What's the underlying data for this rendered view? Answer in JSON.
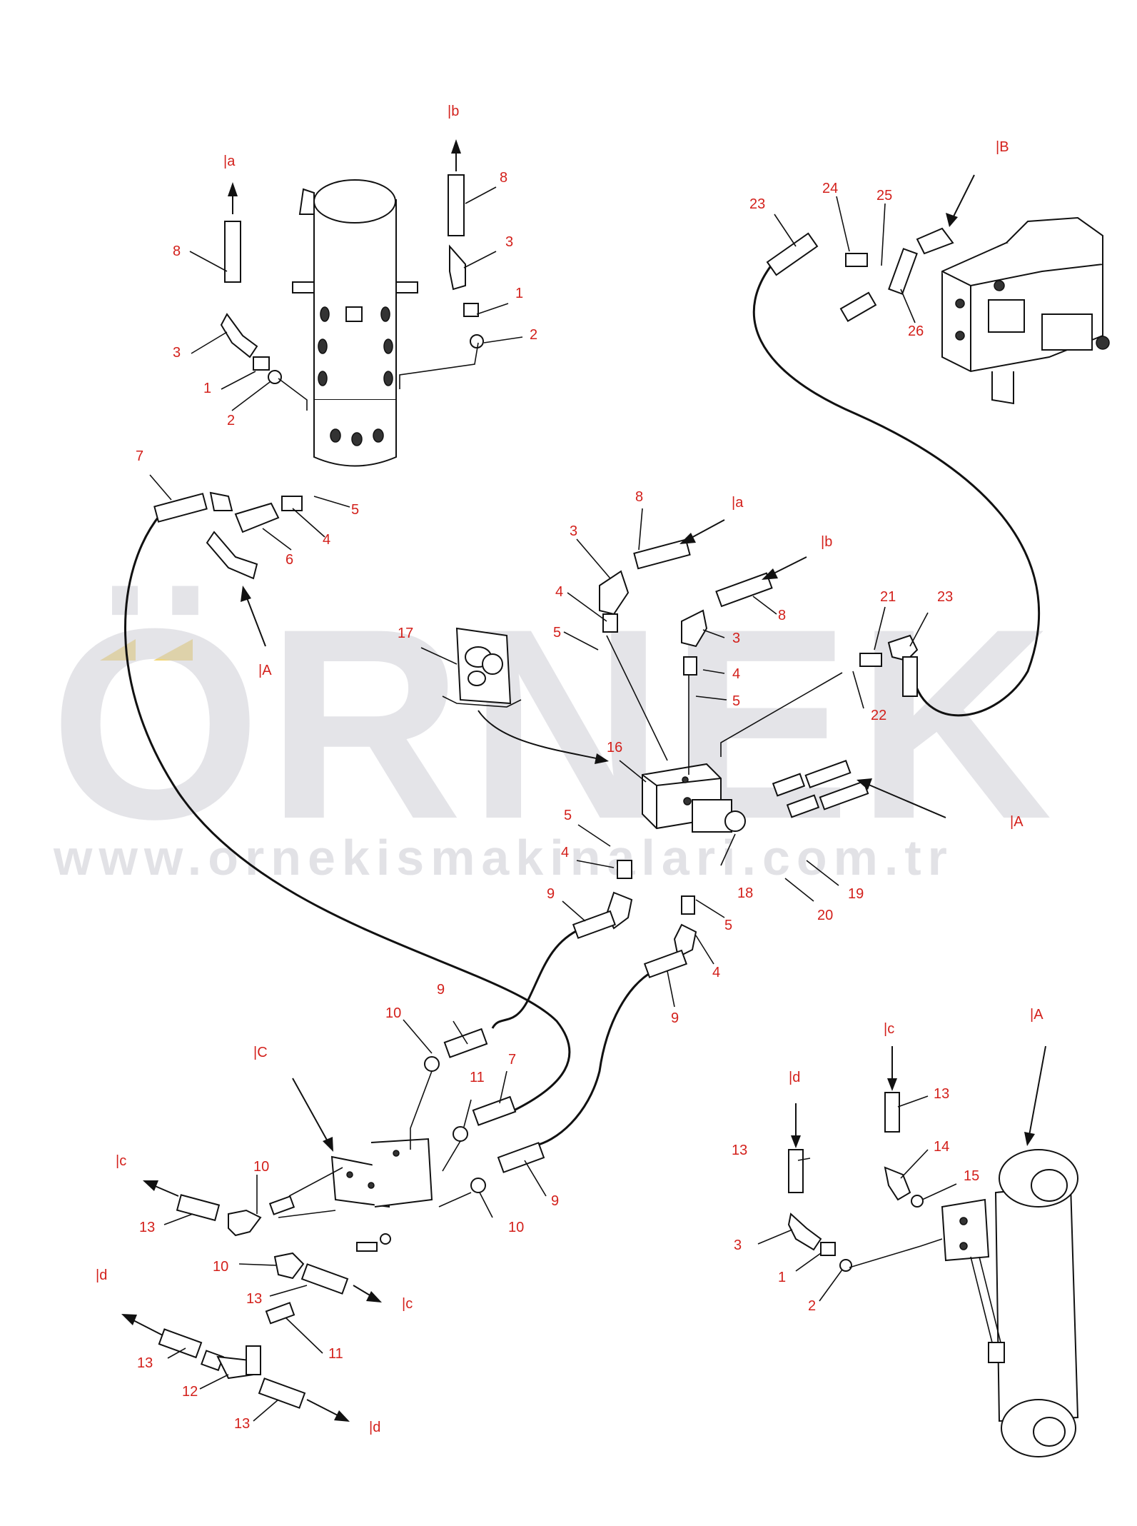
{
  "watermark": {
    "brand": "ÖRNEK",
    "url": "www.ornekismakinalari.com.tr",
    "accent_color": "#f2d675",
    "text_color": "#cfcfd6"
  },
  "colors": {
    "callout": "#d3201b",
    "line": "#111111"
  },
  "references": {
    "a_top": "|a",
    "b_top": "|b",
    "B_pump": "|B",
    "A_left": "|A",
    "a_mid": "|a",
    "b_mid": "|b",
    "A_mid": "|A",
    "C_bracket": "|C",
    "c_left": "|c",
    "c_mid": "|c",
    "d_left": "|d",
    "d_bottom": "|d",
    "d_cyl": "|d",
    "c_cyl": "|c",
    "A_cyl": "|A"
  },
  "callouts": {
    "c8_topleft": "8",
    "c3_topleft": "3",
    "c1_topleft": "1",
    "c2_topleft": "2",
    "c8_topmid": "8",
    "c3_topmid": "3",
    "c1_topmid": "1",
    "c2_topmid": "2",
    "c7_left": "7",
    "c6_left": "6",
    "c4_left": "4",
    "c5_left": "5",
    "c23_top": "23",
    "c24": "24",
    "c25": "25",
    "c26": "26",
    "c8_mid_a": "8",
    "c3_mid_a": "3",
    "c4_mid_a": "4",
    "c5_mid_a": "5",
    "c8_mid_b": "8",
    "c3_mid_b": "3",
    "c4_mid_b": "4",
    "c5_mid_b": "5",
    "c17": "17",
    "c16": "16",
    "c21": "21",
    "c22": "22",
    "c23_mid": "23",
    "c5_low_l": "5",
    "c4_low_l": "4",
    "c9_low_l": "9",
    "c5_low_r": "5",
    "c4_low_r": "4",
    "c9_low_r": "9",
    "c18": "18",
    "c19": "19",
    "c20": "20",
    "c10_a": "10",
    "c9_a": "9",
    "c11_a": "11",
    "c7_a": "7",
    "c10_b": "10",
    "c9_b": "9",
    "c10_c": "10",
    "c13_c": "13",
    "c10_d": "10",
    "c13_d": "13",
    "c13_e": "13",
    "c11_e": "11",
    "c12": "12",
    "c13_f": "13",
    "c13_cyl_l": "13",
    "c3_cyl": "3",
    "c1_cyl": "1",
    "c2_cyl": "2",
    "c13_cyl_r": "13",
    "c14": "14",
    "c15": "15"
  }
}
